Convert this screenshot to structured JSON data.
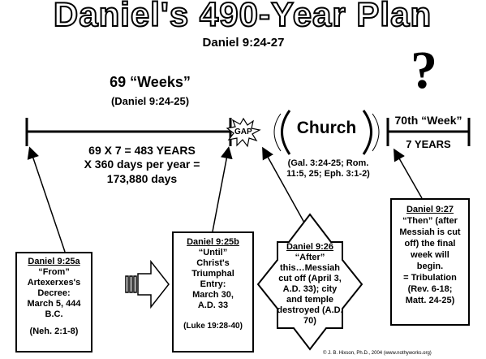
{
  "title": "Daniel's 490-Year Plan",
  "subtitle": "Daniel 9:24-27",
  "question_mark": "?",
  "weeks69": {
    "heading": "69 “Weeks”",
    "reference": "(Daniel 9:24-25)",
    "calc_line1": "69 X 7 = 483 YEARS",
    "calc_line2": "X 360 days per year =",
    "calc_line3": "173,880 days"
  },
  "gap_label": "GAP",
  "church": {
    "label": "Church",
    "refs_line1": "(Gal. 3:24-25; Rom.",
    "refs_line2": "11:5, 25; Eph. 3:1-2)"
  },
  "week70": {
    "heading": "70th “Week”",
    "years": "7 YEARS"
  },
  "box_925a": {
    "ref": "Daniel 9:25a",
    "line1": "“From”",
    "line2": "Artexerxes's",
    "line3": "Decree:",
    "line4": "March 5, 444",
    "line5": "B.C.",
    "footnote": "(Neh. 2:1-8)"
  },
  "box_925b": {
    "ref": "Daniel 9:25b",
    "line1": "“Until”",
    "line2": "Christ's",
    "line3": "Triumphal",
    "line4": "Entry:",
    "line5": "March 30,",
    "line6": "A.D. 33",
    "footnote": "(Luke 19:28-40)"
  },
  "box_926": {
    "ref": "Daniel 9:26",
    "line1": "“After”",
    "line2": "this…Messiah",
    "line3": "cut off (April 3,",
    "line4": "A.D. 33); city",
    "line5": "and temple",
    "line6": "destroyed (A.D.",
    "line7": "70)"
  },
  "box_927": {
    "ref": "Daniel 9:27",
    "line1": "“Then” (after",
    "line2": "Messiah is cut",
    "line3": "off) the final",
    "line4": "week will",
    "line5": "begin.",
    "line6": "= Tribulation",
    "line7": "(Rev. 6-18;",
    "line8": "Matt. 24-25)"
  },
  "copyright": "© J. B. Hixson, Ph.D., 2004 (www.nothyworks.org)"
}
